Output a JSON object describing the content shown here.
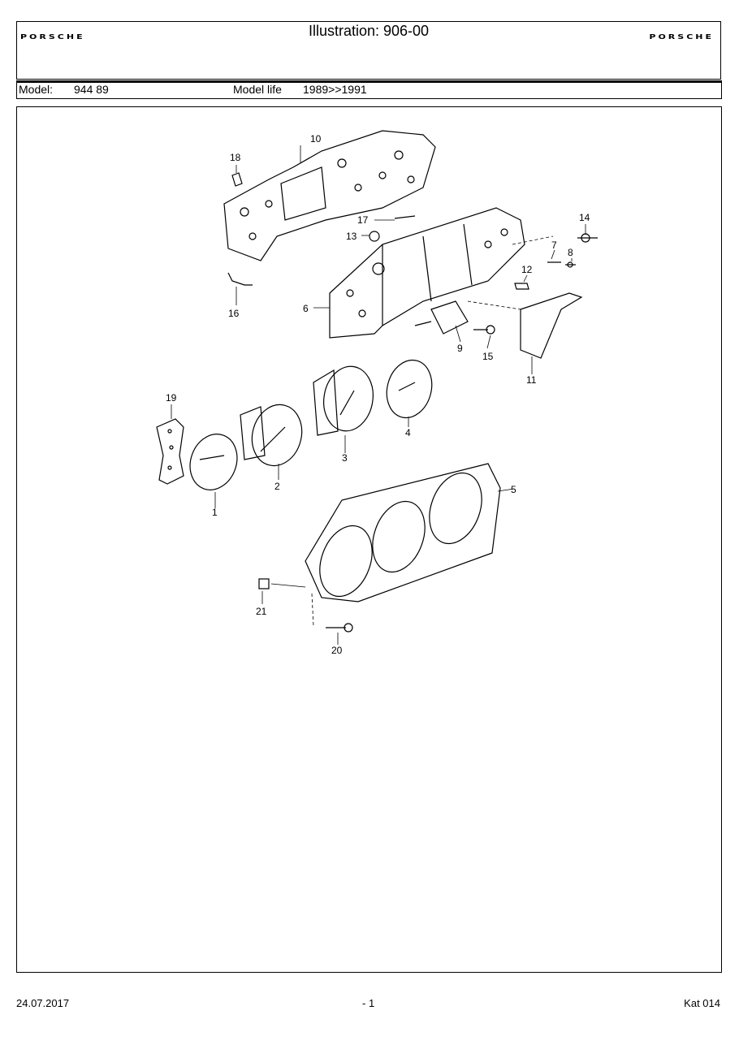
{
  "header": {
    "logo_left": "PORSCHE",
    "title": "Illustration: 906-00",
    "logo_right": "PORSCHE"
  },
  "model": {
    "model_label": "Model:",
    "model_value": "944 89",
    "life_label": "Model life",
    "life_value": "1989>>1991"
  },
  "diagram": {
    "callouts": [
      "1",
      "2",
      "3",
      "4",
      "5",
      "6",
      "7",
      "8",
      "9",
      "10",
      "11",
      "12",
      "13",
      "14",
      "15",
      "16",
      "17",
      "18",
      "19",
      "20",
      "21"
    ]
  },
  "footer": {
    "date": "24.07.2017",
    "page": "- 1",
    "catalog": "Kat 014"
  }
}
